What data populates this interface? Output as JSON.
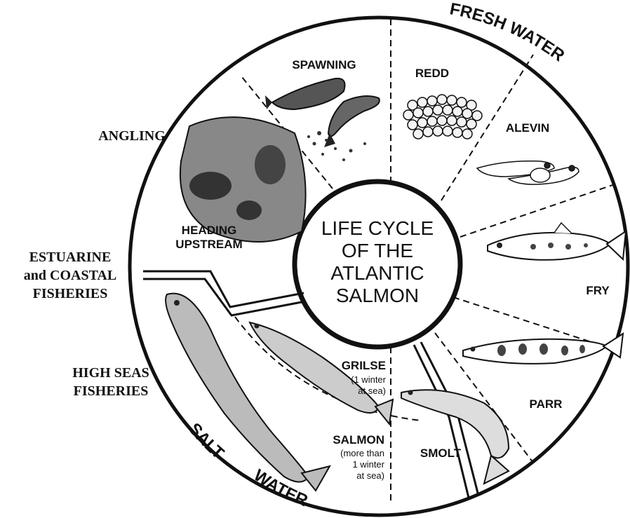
{
  "center": {
    "line1": "LIFE  CYCLE",
    "line2": "OF  THE",
    "line3": "ATLANTIC",
    "line4": "SALMON"
  },
  "stages": {
    "spawning": "SPAWNING",
    "redd": "REDD",
    "alevin": "ALEVIN",
    "fry": "FRY",
    "parr": "PARR",
    "smolt": "SMOLT",
    "heading_upstream_1": "HEADING",
    "heading_upstream_2": "UPSTREAM",
    "grilse": "GRILSE",
    "grilse_note_1": "(1 winter",
    "grilse_note_2": "at sea)",
    "salmon": "SALMON",
    "salmon_note_1": "(more than",
    "salmon_note_2": "1 winter",
    "salmon_note_3": "at sea)"
  },
  "fisheries": {
    "angling": "ANGLING",
    "estuarine_1": "ESTUARINE",
    "estuarine_2": "and COASTAL",
    "estuarine_3": "FISHERIES",
    "high_seas_1": "HIGH SEAS",
    "high_seas_2": "FISHERIES"
  },
  "environments": {
    "fresh_water": "FRESH  WATER",
    "salt_water_1": "SALT",
    "salt_water_2": "WATER"
  }
}
